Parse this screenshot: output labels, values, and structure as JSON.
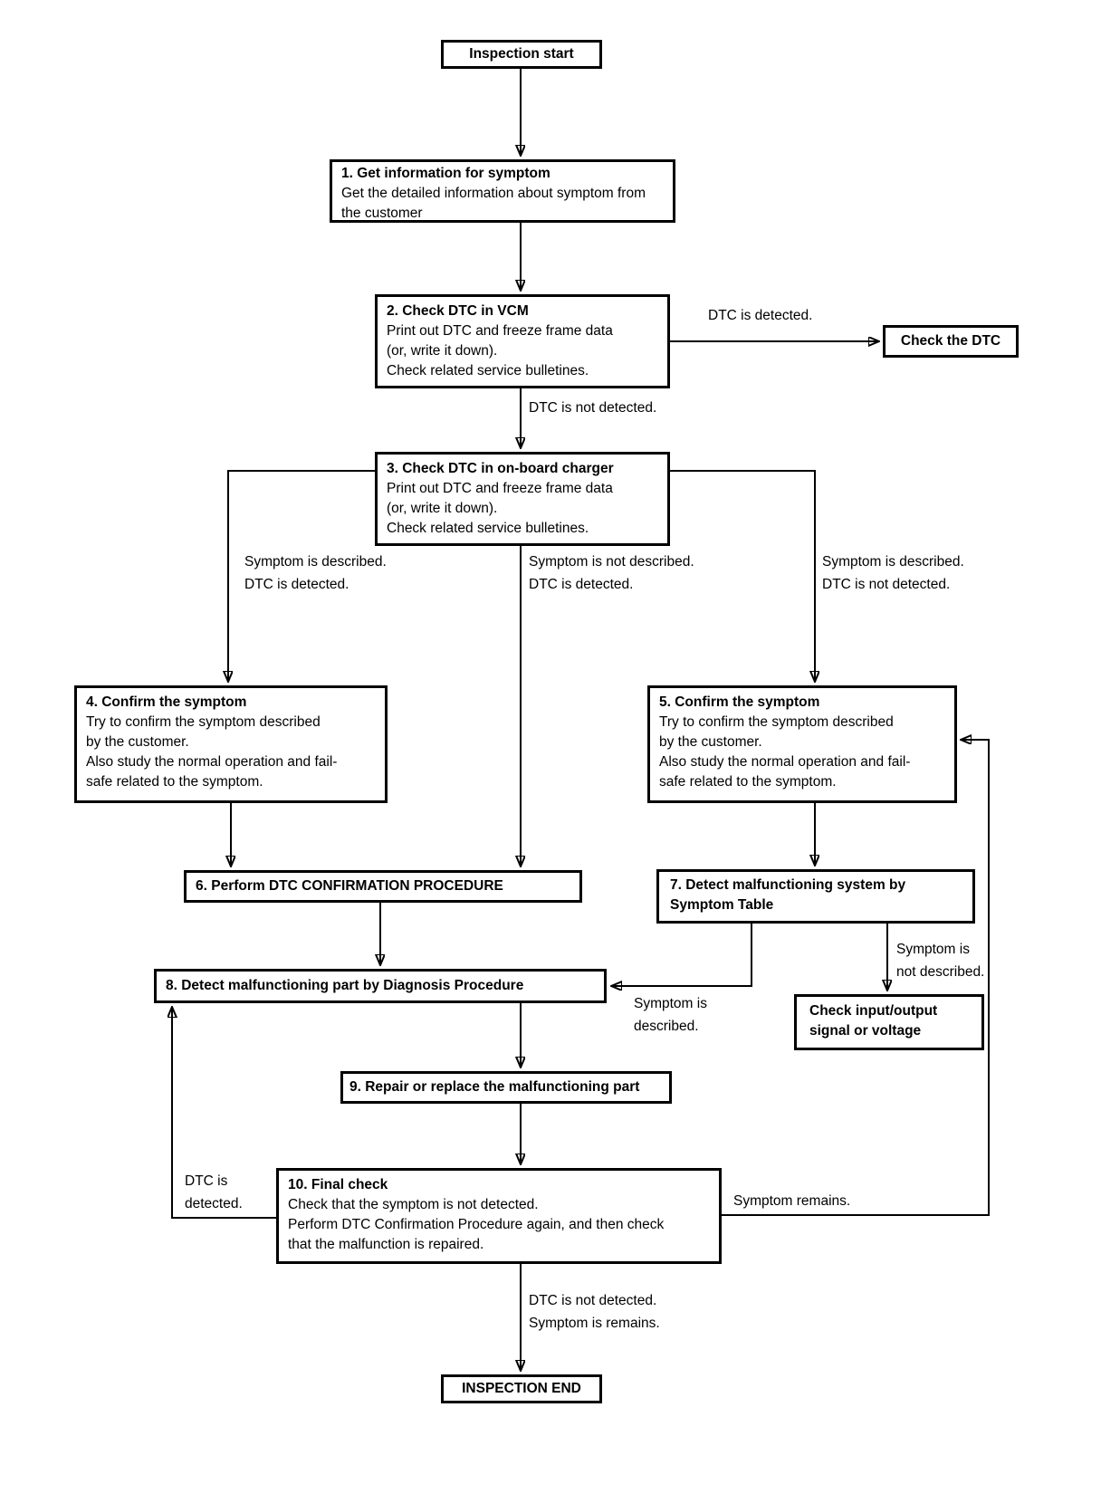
{
  "page": {
    "background": "#ffffff",
    "ink": "#000000"
  },
  "nodes": {
    "start": {
      "label": "Inspection start"
    },
    "step1": {
      "title": "1. Get information for symptom",
      "body": [
        "Get the detailed information about symptom from",
        "the customer"
      ]
    },
    "step2": {
      "title": "2. Check DTC in VCM",
      "body": [
        "Print out DTC and freeze frame data",
        "(or, write it down).",
        "Check related service bulletines."
      ]
    },
    "check_dtc": {
      "label": "Check the DTC"
    },
    "step3": {
      "title": "3. Check DTC in on-board charger",
      "body": [
        "Print out DTC and freeze frame data",
        "(or, write it down).",
        "Check related service bulletines."
      ]
    },
    "step4": {
      "title": "4. Confirm the symptom",
      "body": [
        "Try to confirm the symptom described",
        "by the customer.",
        "Also study the normal operation and fail-",
        "safe related to the symptom."
      ]
    },
    "step5": {
      "title": "5. Confirm the symptom",
      "body": [
        "Try to confirm the symptom described",
        "by the customer.",
        "Also study the normal operation and fail-",
        "safe related to the symptom."
      ]
    },
    "step6": {
      "label": "6. Perform DTC CONFIRMATION PROCEDURE"
    },
    "step7": {
      "title": "7. Detect malfunctioning system by",
      "title2": "Symptom Table"
    },
    "step8": {
      "label": "8. Detect malfunctioning part by Diagnosis Procedure"
    },
    "check_io": {
      "line1": "Check input/output",
      "line2": "signal or voltage"
    },
    "step9": {
      "label": "9. Repair or replace the malfunctioning part"
    },
    "step10": {
      "title": "10. Final check",
      "body": [
        "Check that the symptom is not detected.",
        "Perform DTC Confirmation Procedure again, and then check",
        "that the malfunction is repaired."
      ]
    },
    "end": {
      "label": "INSPECTION END"
    }
  },
  "edge_labels": {
    "dtc_detected": "DTC is detected.",
    "dtc_not_detected": "DTC is not detected.",
    "branch_left": [
      "Symptom is described.",
      "DTC is detected."
    ],
    "branch_middle": [
      "Symptom is not described.",
      "DTC is detected."
    ],
    "branch_right": [
      "Symptom is described.",
      "DTC is not detected."
    ],
    "symptom_described": [
      "Symptom is",
      "described."
    ],
    "symptom_not_described": [
      "Symptom is",
      "not described."
    ],
    "dtc_detected_loop": [
      "DTC is",
      "detected."
    ],
    "symptom_remains": "Symptom remains.",
    "to_end": [
      "DTC is not detected.",
      "Symptom is remains."
    ]
  }
}
